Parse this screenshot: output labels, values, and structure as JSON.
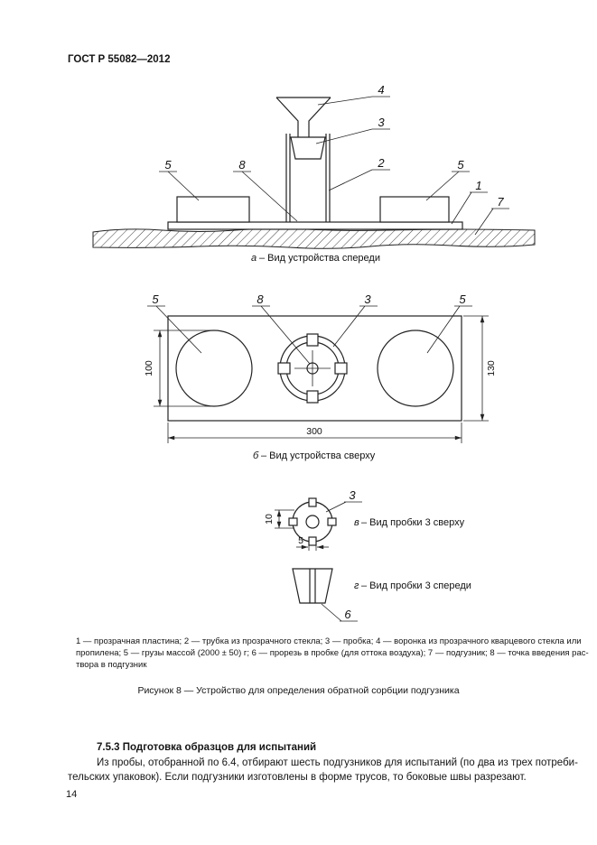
{
  "page": {
    "header": "ГОСТ Р 55082—2012",
    "number": "14"
  },
  "front_view": {
    "caption_letter": "а",
    "caption_text": "– Вид устройства спереди",
    "callouts": {
      "c1": "1",
      "c2": "2",
      "c3": "3",
      "c4": "4",
      "c5": "5",
      "c7": "7",
      "c8": "8"
    }
  },
  "top_view": {
    "caption_letter": "б",
    "caption_text": "– Вид устройства сверху",
    "callouts": {
      "c3": "3",
      "c5": "5",
      "c8": "8"
    },
    "dims": {
      "d100": "100",
      "d130": "130",
      "d300": "300"
    }
  },
  "plug_top_view": {
    "caption_letter": "в",
    "caption_text": "– Вид пробки 3 сверху",
    "callout_3": "3",
    "dims": {
      "d10": "10",
      "d5": "5"
    }
  },
  "plug_front_view": {
    "caption_letter": "г",
    "caption_text": "– Вид пробки 3 спереди",
    "callout_6": "6"
  },
  "legend": {
    "line1": "1 — прозрачная пластина; 2 — трубка из прозрачного стекла; 3 — пробка; 4 — воронка из прозрачного кварцевого стекла или",
    "line2": "пропилена; 5 — грузы массой (2000 ± 50) г; 6 — прорезь в пробке (для оттока воздуха); 7 — подгузник; 8 — точка введения рас-",
    "line3": "твора в подгузник"
  },
  "figure_caption": "Рисунок 8 — Устройство для определения обратной сорбции подгузника",
  "section": {
    "heading": "7.5.3  Подготовка образцов для испытаний",
    "body_line1": "Из пробы, отобранной по 6.4, отбирают шесть подгузников для испытаний (по два из трех потреби-",
    "body_line2": "тельских упаковок). Если подгузники изготовлены в форме трусов, то боковые швы разрезают."
  }
}
